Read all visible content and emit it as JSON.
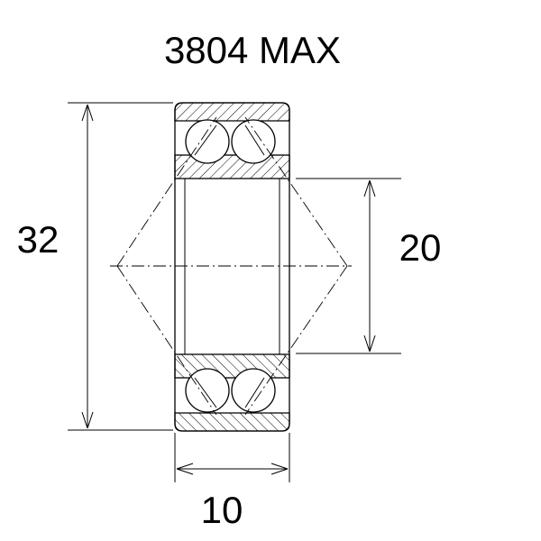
{
  "title": "3804 MAX",
  "dimensions": {
    "outer_diameter": "32",
    "inner_diameter": "20",
    "width": "10"
  },
  "colors": {
    "line": "#000000",
    "background": "#ffffff"
  }
}
